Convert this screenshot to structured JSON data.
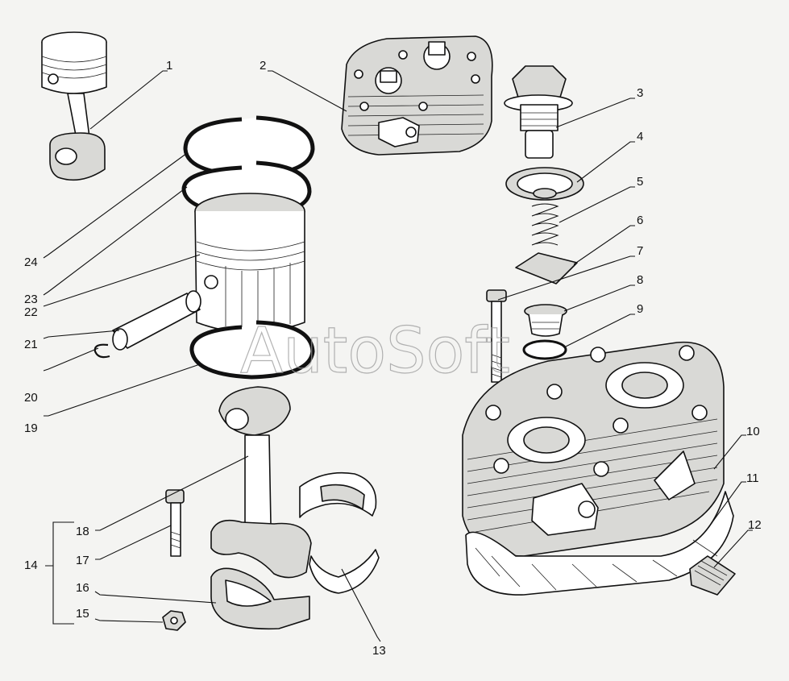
{
  "watermark": "AutoSoft",
  "callouts": [
    {
      "id": "1",
      "text": "1"
    },
    {
      "id": "2",
      "text": "2"
    },
    {
      "id": "3",
      "text": "3"
    },
    {
      "id": "4",
      "text": "4"
    },
    {
      "id": "5",
      "text": "5"
    },
    {
      "id": "6",
      "text": "6"
    },
    {
      "id": "7",
      "text": "7"
    },
    {
      "id": "8",
      "text": "8"
    },
    {
      "id": "9",
      "text": "9"
    },
    {
      "id": "10",
      "text": "10"
    },
    {
      "id": "11",
      "text": "11"
    },
    {
      "id": "12",
      "text": "12"
    },
    {
      "id": "13",
      "text": "13"
    },
    {
      "id": "14",
      "text": "14"
    },
    {
      "id": "15",
      "text": "15"
    },
    {
      "id": "16",
      "text": "16"
    },
    {
      "id": "17",
      "text": "17"
    },
    {
      "id": "18",
      "text": "18"
    },
    {
      "id": "19",
      "text": "19"
    },
    {
      "id": "20",
      "text": "20"
    },
    {
      "id": "21",
      "text": "21"
    },
    {
      "id": "22",
      "text": "22"
    },
    {
      "id": "23",
      "text": "23"
    },
    {
      "id": "24",
      "text": "24"
    }
  ]
}
